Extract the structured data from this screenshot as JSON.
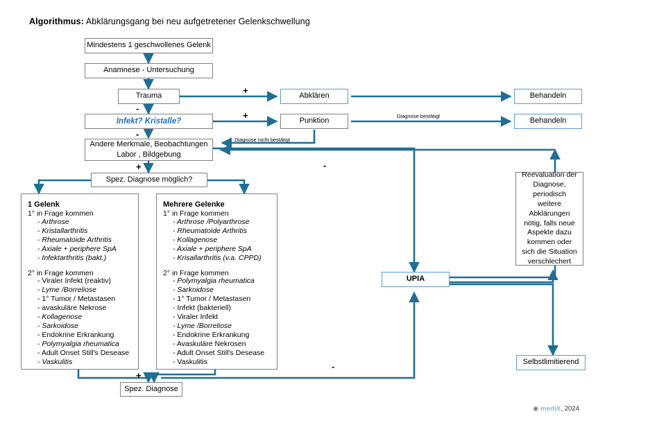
{
  "page": {
    "title_bold": "Algorithmus:",
    "title_rest": " Abklärungsgang bei neu aufgetretener Gelenkschwellung",
    "footer_mark": "◉",
    "footer_brand": "mediX",
    "footer_year": ", 2024"
  },
  "colors": {
    "connector": "#1f6f94",
    "blue_border": "#5b9bd5",
    "gray_border": "#808080",
    "blue_text": "#1f6fb5",
    "brand": "#8ab6dc"
  },
  "nodes": {
    "start": "Mindestens 1 geschwollenes Gelenk",
    "anamnese": "Anamnese  -  Untersuchung",
    "trauma": "Trauma",
    "abklaeren": "Abklären",
    "behandeln_1": "Behandeln",
    "infekt": "Infekt? Kristalle?",
    "punktion": "Punktion",
    "behandeln_2": "Behandeln",
    "andere_line1": "Andere Merkmale, Beobachtungen",
    "andere_line2": "Labor , Bildgebung",
    "spez_moeglich": "Spez. Diagnose möglich?",
    "reevaluation": "Reevaluation der Diagnose, periodisch weitere Abklärungen nötig, falls neue Aspekte dazu kommen oder sich die Situation verschlechert",
    "upia": "UPIA",
    "selbstlimitierend": "Selbstlimitierend",
    "spez_diagnose": "Spez. Diagnose"
  },
  "detail_left": {
    "title": "1 Gelenk",
    "primary_header": "1° in Frage kommen",
    "primary_items": [
      {
        "text": "- Arthrose",
        "italic": true
      },
      {
        "text": "- Kristallarthritis",
        "italic": true
      },
      {
        "text": "- Rheumatoide Arthritis",
        "italic": true
      },
      {
        "text": "- Axiale + periphere SpA",
        "italic": true
      },
      {
        "text": "- Infektarthritis (bakt.)",
        "italic": true
      }
    ],
    "secondary_header": "2° in Frage kommen",
    "secondary_items": [
      {
        "text": "- Viraler Infekt (reaktiv)",
        "italic": false
      },
      {
        "text": "- Lyme /Borreliose",
        "italic": true
      },
      {
        "text": "- 1° Tumor / Metastasen",
        "italic": false
      },
      {
        "text": "- avaskuläre Nekrose",
        "italic": false
      },
      {
        "text": "- Kollagenose",
        "italic": true
      },
      {
        "text": "- Sarkoidose",
        "italic": true
      },
      {
        "text": "- Endokrine Erkrankung",
        "italic": false
      },
      {
        "text": "- Polymyalgia rheumatica",
        "italic": true
      },
      {
        "text": "- Adult  Onset Still's Desease",
        "italic": false
      },
      {
        "text": "- Vaskulitis",
        "italic": true
      }
    ]
  },
  "detail_right": {
    "title": "Mehrere Gelenke",
    "primary_header": "1° in Frage kommen",
    "primary_items": [
      {
        "text": "- Arthrose /Polyarthrose",
        "italic": true
      },
      {
        "text": "- Rheumatoide Arthritis",
        "italic": true
      },
      {
        "text": "- Kollagenose",
        "italic": true
      },
      {
        "text": "- Axiale + periphere SpA",
        "italic": true
      },
      {
        "text": "- Krisallarthritis (v.a. CPPD)",
        "italic": true
      }
    ],
    "secondary_header": "2° in Frage kommen",
    "secondary_items": [
      {
        "text": "- Polymyalgia rheumatica",
        "italic": true
      },
      {
        "text": "- Sarkoidose",
        "italic": true
      },
      {
        "text": "- 1° Tumor / Metastasen",
        "italic": false
      },
      {
        "text": "- Infekt (bakteriell)",
        "italic": false
      },
      {
        "text": "- Viraler Infekt",
        "italic": false
      },
      {
        "text": "- Lyme /Borreliose",
        "italic": true
      },
      {
        "text": "- Endokrine Erkrankung",
        "italic": false
      },
      {
        "text": "- Avaskuläre Nekrosen",
        "italic": false
      },
      {
        "text": "- Adult  Onset Still's Desease",
        "italic": false
      },
      {
        "text": "- Vaskulitis",
        "italic": false
      }
    ]
  },
  "edge_labels": {
    "trauma_plus": "+",
    "trauma_minus": "-",
    "infekt_plus": "+",
    "infekt_minus": "-",
    "diagnose_bestaetigt": "Diagnose bestätigt",
    "diagnose_nicht_bestaetigt": "Diagnose nicht bestätigt",
    "andere_plus": "+",
    "right_minus_upper": "-",
    "right_minus_lower": "-",
    "bottom_plus": "+"
  }
}
